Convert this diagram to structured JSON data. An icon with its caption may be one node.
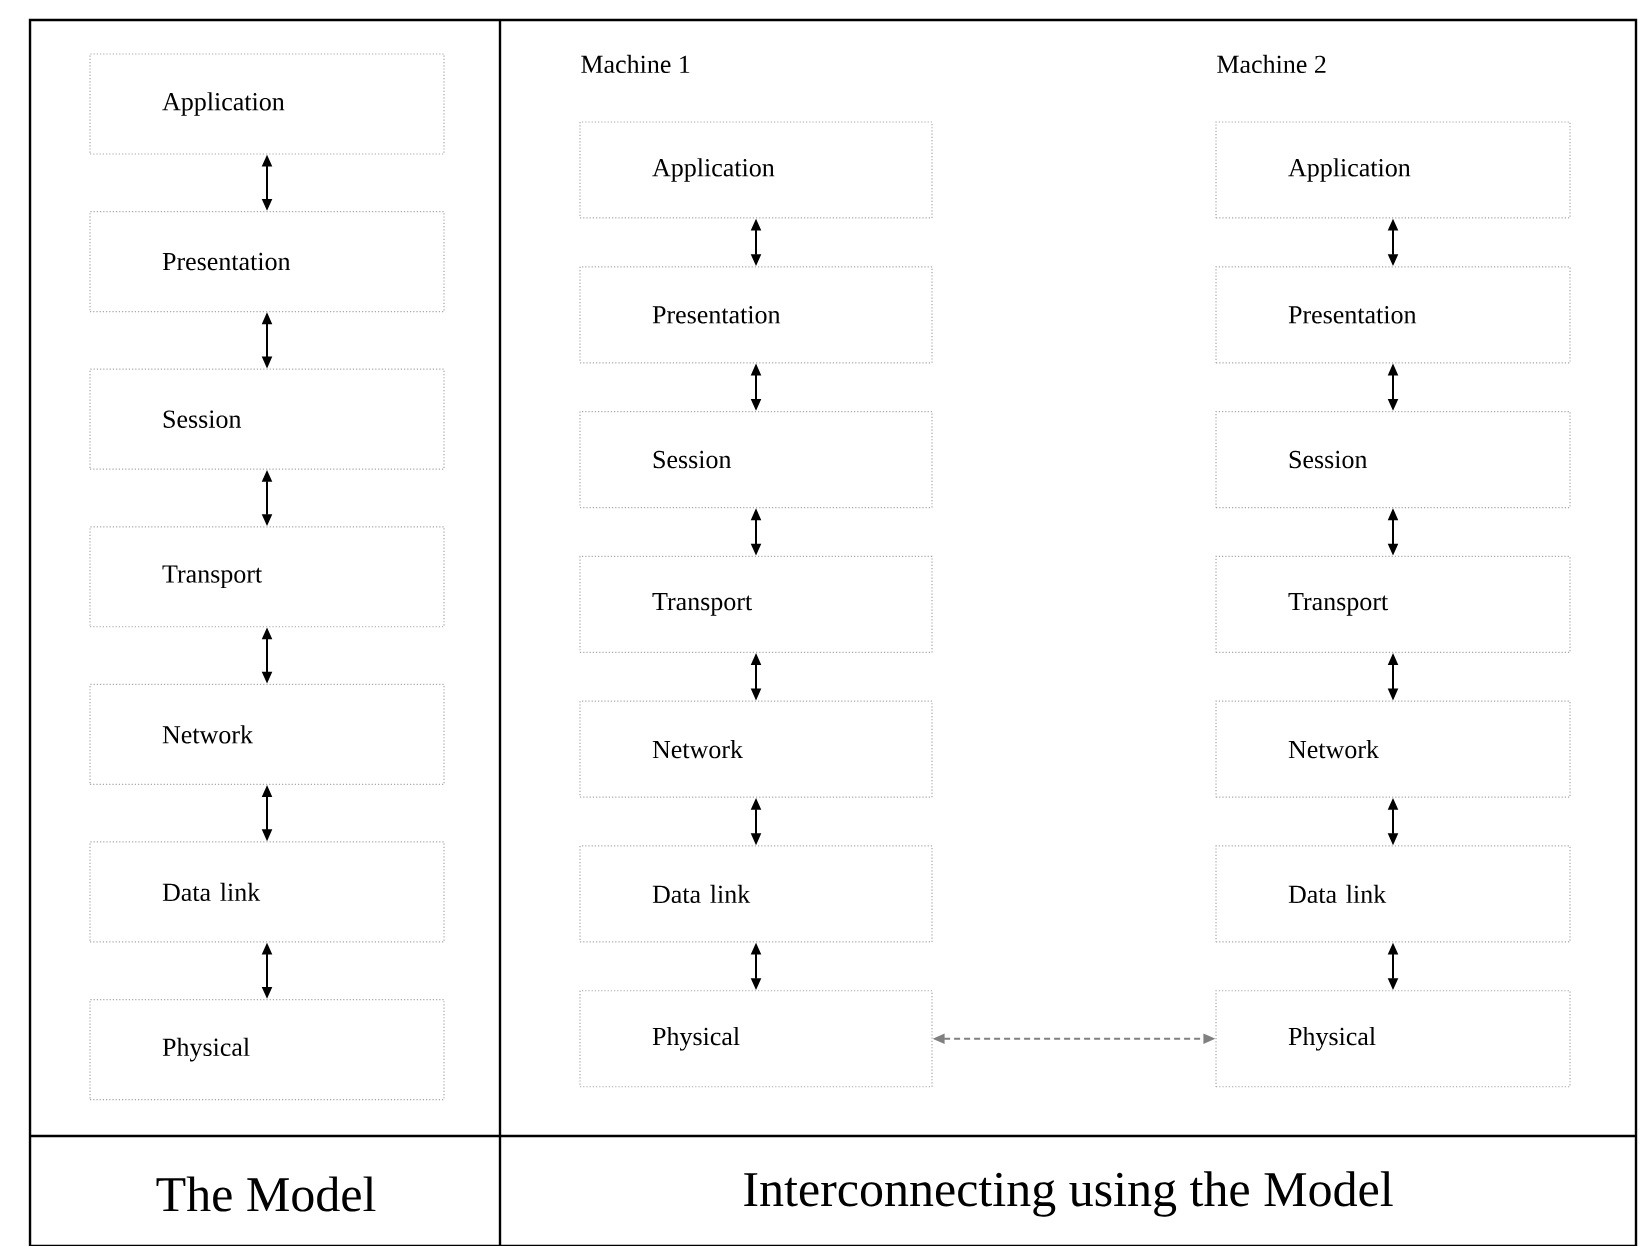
{
  "diagram": {
    "nodes": [
      {
        "text": [
          "Application"
        ]
      },
      {
        "text": [
          "Presentation"
        ]
      },
      {
        "text": [
          "Session"
        ]
      },
      {
        "text": [
          "Transport"
        ]
      },
      {
        "text": [
          "Network"
        ]
      },
      {
        "text": [
          "Data link"
        ]
      },
      {
        "text": [
          "Physical"
        ]
      },
      {
        "text": [
          "Application"
        ]
      },
      {
        "text": [
          "Presentation"
        ]
      },
      {
        "text": [
          "Session"
        ]
      },
      {
        "text": [
          "Transport"
        ]
      },
      {
        "text": [
          "Network"
        ]
      },
      {
        "text": [
          "Data link"
        ]
      },
      {
        "text": [
          "Physical"
        ]
      },
      {
        "text": [
          "Application"
        ]
      },
      {
        "text": [
          "Presentation"
        ]
      },
      {
        "text": [
          "Session"
        ]
      },
      {
        "text": [
          "Transport"
        ]
      },
      {
        "text": [
          "Network"
        ]
      },
      {
        "text": [
          "Data link"
        ]
      },
      {
        "text": [
          "Physical"
        ]
      }
    ],
    "edges": [
      {
        "from": 0,
        "to": 1,
        "arrow": "both"
      },
      {
        "from": 1,
        "to": 2,
        "arrow": "both"
      },
      {
        "from": 2,
        "to": 3,
        "arrow": "both"
      },
      {
        "from": 3,
        "to": 4,
        "arrow": "both"
      },
      {
        "from": 4,
        "to": 5,
        "arrow": "both"
      },
      {
        "from": 5,
        "to": 6,
        "arrow": "both"
      },
      {
        "from": 7,
        "to": 8,
        "arrow": "both"
      },
      {
        "from": 8,
        "to": 9,
        "arrow": "both"
      },
      {
        "from": 9,
        "to": 10,
        "arrow": "both"
      },
      {
        "from": 10,
        "to": 11,
        "arrow": "both"
      },
      {
        "from": 11,
        "to": 12,
        "arrow": "both"
      },
      {
        "from": 12,
        "to": 13,
        "arrow": "both"
      },
      {
        "from": 14,
        "to": 15,
        "arrow": "both"
      },
      {
        "from": 15,
        "to": 16,
        "arrow": "both"
      },
      {
        "from": 16,
        "to": 17,
        "arrow": "both"
      },
      {
        "from": 17,
        "to": 18,
        "arrow": "both"
      },
      {
        "from": 18,
        "to": 19,
        "arrow": "both"
      },
      {
        "from": 19,
        "to": 20,
        "arrow": "both"
      },
      {
        "from": 13,
        "to": 20,
        "arrow": "both",
        "style": "dashed",
        "color": "#808080"
      }
    ],
    "labels": [
      "Machine 1",
      "Machine 2",
      "The Model",
      "Interconnecting using the Model"
    ]
  }
}
